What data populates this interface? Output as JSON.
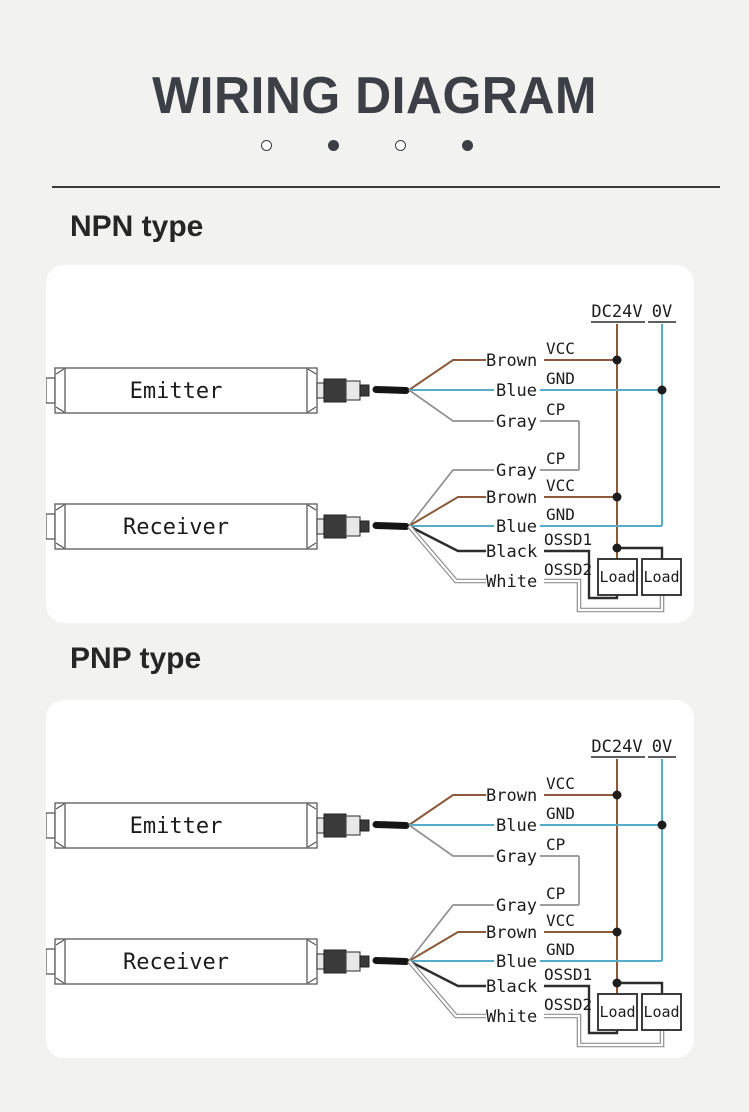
{
  "header": {
    "title": "WIRING DIAGRAM",
    "carousel_dots": [
      {
        "filled": false
      },
      {
        "filled": true
      },
      {
        "filled": false
      },
      {
        "filled": true
      }
    ]
  },
  "colors": {
    "brown_wire": "#8a5a3a",
    "blue_wire": "#58abc9",
    "gray_wire": "#919191",
    "black_wire": "#2d2d2d",
    "accent_text": "#3c3f45",
    "page_background": "#f2f2f1"
  },
  "sections": {
    "npn": {
      "heading": "NPN type",
      "diagram": {
        "power_rails": {
          "positive": {
            "label": "DC24V",
            "color": "#8a5a3a"
          },
          "negative": {
            "label": "0V",
            "color": "#58abc9"
          }
        },
        "emitter": {
          "device_label": "Emitter",
          "wires": [
            {
              "color_label": "Brown",
              "signal": "VCC",
              "color": "#8a5a3a"
            },
            {
              "color_label": "Blue",
              "signal": "GND",
              "color": "#58abc9"
            },
            {
              "color_label": "Gray",
              "signal": "CP",
              "color": "#919191"
            }
          ]
        },
        "receiver": {
          "device_label": "Receiver",
          "wires": [
            {
              "color_label": "Gray",
              "signal": "CP",
              "color": "#919191"
            },
            {
              "color_label": "Brown",
              "signal": "VCC",
              "color": "#8a5a3a"
            },
            {
              "color_label": "Blue",
              "signal": "GND",
              "color": "#58abc9"
            },
            {
              "color_label": "Black",
              "signal": "OSSD1",
              "color": "#2d2d2d"
            },
            {
              "color_label": "White",
              "signal": "OSSD2",
              "color": "#ffffff"
            }
          ]
        },
        "loads": [
          {
            "label": "Load"
          },
          {
            "label": "Load"
          }
        ]
      }
    },
    "pnp": {
      "heading": "PNP type",
      "diagram": {
        "power_rails": {
          "positive": {
            "label": "DC24V",
            "color": "#8a5a3a"
          },
          "negative": {
            "label": "0V",
            "color": "#58abc9"
          }
        },
        "emitter": {
          "device_label": "Emitter",
          "wires": [
            {
              "color_label": "Brown",
              "signal": "VCC",
              "color": "#8a5a3a"
            },
            {
              "color_label": "Blue",
              "signal": "GND",
              "color": "#58abc9"
            },
            {
              "color_label": "Gray",
              "signal": "CP",
              "color": "#919191"
            }
          ]
        },
        "receiver": {
          "device_label": "Receiver",
          "wires": [
            {
              "color_label": "Gray",
              "signal": "CP",
              "color": "#919191"
            },
            {
              "color_label": "Brown",
              "signal": "VCC",
              "color": "#8a5a3a"
            },
            {
              "color_label": "Blue",
              "signal": "GND",
              "color": "#58abc9"
            },
            {
              "color_label": "Black",
              "signal": "OSSD1",
              "color": "#2d2d2d"
            },
            {
              "color_label": "White",
              "signal": "OSSD2",
              "color": "#ffffff"
            }
          ]
        },
        "loads": [
          {
            "label": "Load"
          },
          {
            "label": "Load"
          }
        ]
      }
    }
  }
}
